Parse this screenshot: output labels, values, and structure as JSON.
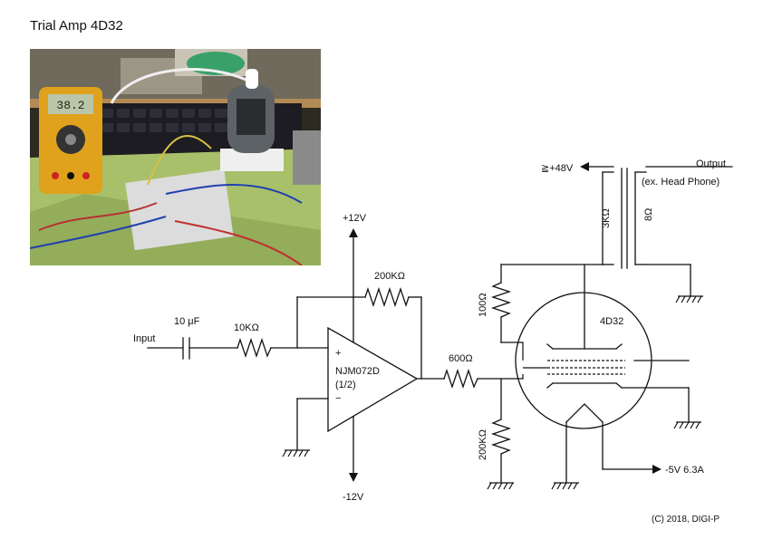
{
  "title": "Trial Amp 4D32",
  "credit": "(C) 2018, DIGI-P",
  "photo": {
    "multimeter_reading": "38.2"
  },
  "schematic": {
    "input_label": "Input",
    "capacitor": "10 μF",
    "resistor_in": "10KΩ",
    "resistor_feedback": "200KΩ",
    "opamp_name": "NJM072D",
    "opamp_unit": "(1/2)",
    "opamp_plus": "+",
    "opamp_minus": "−",
    "supply_pos": "+12V",
    "supply_neg": "-12V",
    "resistor_grid": "600Ω",
    "resistor_grid_leak": "200KΩ",
    "resistor_plate": "100Ω",
    "tube": "4D32",
    "b_plus": "≧+48V",
    "output": "Output",
    "output_note": "(ex. Head Phone)",
    "transformer_primary": "3KΩ",
    "transformer_secondary": "8Ω",
    "heater": "-5V 6.3A"
  }
}
